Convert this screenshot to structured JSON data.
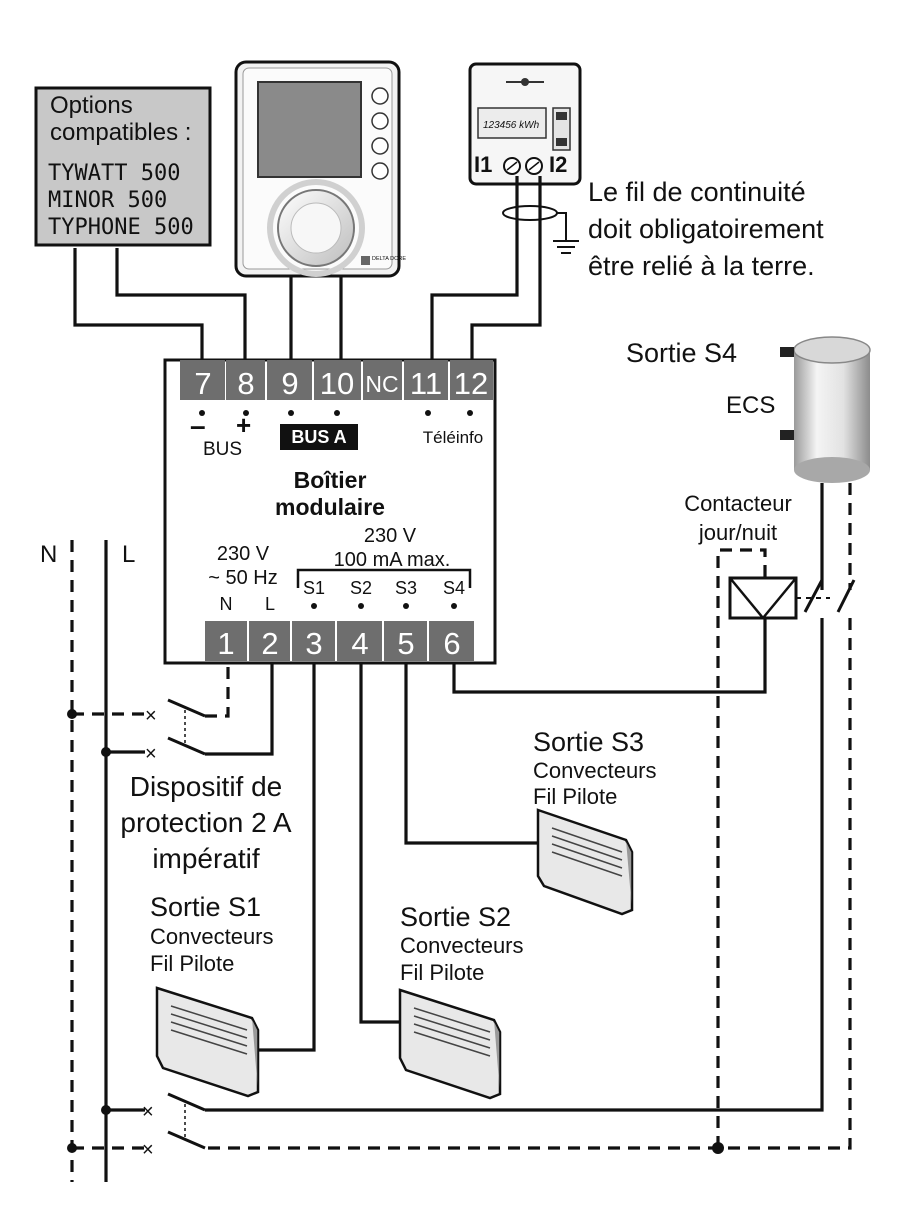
{
  "options_box": {
    "title_line1": "Options",
    "title_line2": "compatibles :",
    "items": [
      "TYWATT 500",
      "MINOR 500",
      "TYPHONE 500"
    ]
  },
  "thermostat": {
    "brand": "DELTA DORE"
  },
  "meter": {
    "display": "123456 kWh",
    "left_terminal": "I1",
    "right_terminal": "I2"
  },
  "ground_note": {
    "line1": "Le fil de continuité",
    "line2": "doit obligatoirement",
    "line3": "être relié à la terre."
  },
  "module": {
    "top_terminals": [
      "7",
      "8",
      "9",
      "10",
      "NC",
      "11",
      "12"
    ],
    "bottom_terminals": [
      "1",
      "2",
      "3",
      "4",
      "5",
      "6"
    ],
    "bus_minus": "–",
    "bus_plus": "+",
    "bus_label": "BUS",
    "bus_a_label": "BUS A",
    "teleinfo_label": "Téléinfo",
    "title_line1": "Boîtier",
    "title_line2": "modulaire",
    "power_line1": "230 V",
    "power_line2": "~ 50 Hz",
    "n_label": "N",
    "l_label": "L",
    "outputs_voltage": "230 V",
    "outputs_current": "100 mA max.",
    "outputs": [
      "S1",
      "S2",
      "S3",
      "S4"
    ]
  },
  "supply": {
    "n": "N",
    "l": "L"
  },
  "protection": {
    "line1": "Dispositif de",
    "line2": "protection 2 A",
    "line3": "impératif"
  },
  "s4": {
    "title": "Sortie S4",
    "device": "ECS"
  },
  "contactor": {
    "line1": "Contacteur",
    "line2": "jour/nuit"
  },
  "s3": {
    "title": "Sortie S3",
    "line2": "Convecteurs",
    "line3": "Fil Pilote"
  },
  "s1": {
    "title": "Sortie S1",
    "line2": "Convecteurs",
    "line3": "Fil Pilote"
  },
  "s2": {
    "title": "Sortie S2",
    "line2": "Convecteurs",
    "line3": "Fil Pilote"
  },
  "colors": {
    "terminal_fill": "#6e6e6e",
    "box_fill": "#c8c8c8",
    "line": "#111111"
  }
}
